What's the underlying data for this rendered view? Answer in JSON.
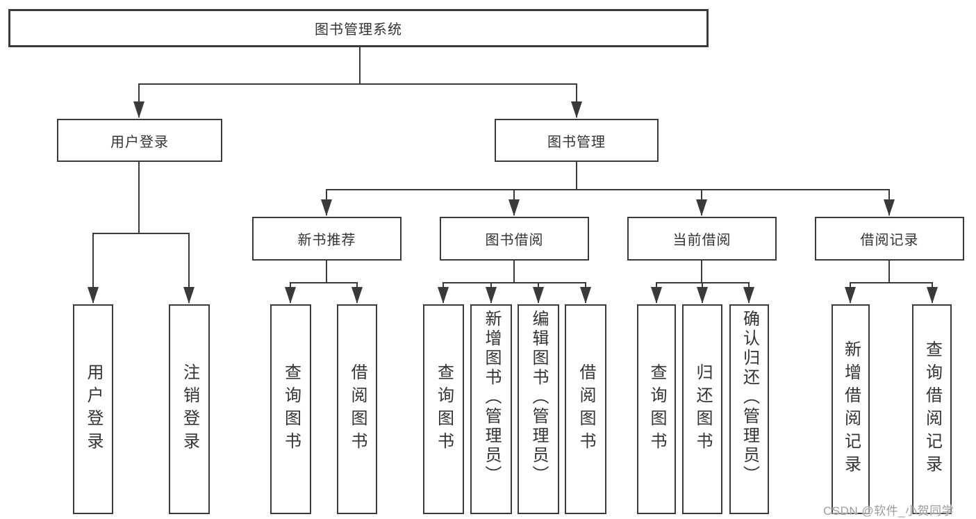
{
  "diagram": {
    "type": "hierarchy-tree",
    "root": {
      "label": "图书管理系统"
    },
    "level2": {
      "user_login": {
        "label": "用户登录",
        "parent": "图书管理系统"
      },
      "book_management": {
        "label": "图书管理",
        "parent": "图书管理系统"
      }
    },
    "level3": {
      "new_book_recommend": {
        "label": "新书推荐",
        "parent": "图书管理"
      },
      "book_borrowing": {
        "label": "图书借阅",
        "parent": "图书管理"
      },
      "current_borrowing": {
        "label": "当前借阅",
        "parent": "图书管理"
      },
      "borrow_records": {
        "label": "借阅记录",
        "parent": "图书管理"
      }
    },
    "leaves": {
      "user_login_leaf": {
        "label": "用户登录",
        "parent": "用户登录"
      },
      "logout": {
        "label": "注销登录",
        "parent": "用户登录"
      },
      "nb_query_books": {
        "label": "查询图书",
        "parent": "新书推荐"
      },
      "nb_borrow_books": {
        "label": "借阅图书",
        "parent": "新书推荐"
      },
      "bb_query_books": {
        "label": "查询图书",
        "parent": "图书借阅"
      },
      "bb_add_books": {
        "label": "新增图书（管理员）",
        "parent": "图书借阅"
      },
      "bb_edit_books": {
        "label": "编辑图书（管理员）",
        "parent": "图书借阅"
      },
      "bb_borrow_books": {
        "label": "借阅图书",
        "parent": "图书借阅"
      },
      "cb_query_books": {
        "label": "查询图书",
        "parent": "当前借阅"
      },
      "cb_return_books": {
        "label": "归还图书",
        "parent": "当前借阅"
      },
      "cb_confirm_return": {
        "label": "确认归还（管理员）",
        "parent": "当前借阅"
      },
      "br_add_record": {
        "label": "新增借阅记录",
        "parent": "借阅记录"
      },
      "br_query_record": {
        "label": "查询借阅记录",
        "parent": "借阅记录"
      }
    }
  },
  "watermark": {
    "text": "CSDN @软件_小贺同学",
    "color": "#9c9c9c"
  },
  "colors": {
    "line": "#3a3a3a",
    "box_border": "#3a3a3a",
    "text": "#333333",
    "background": "#ffffff"
  }
}
